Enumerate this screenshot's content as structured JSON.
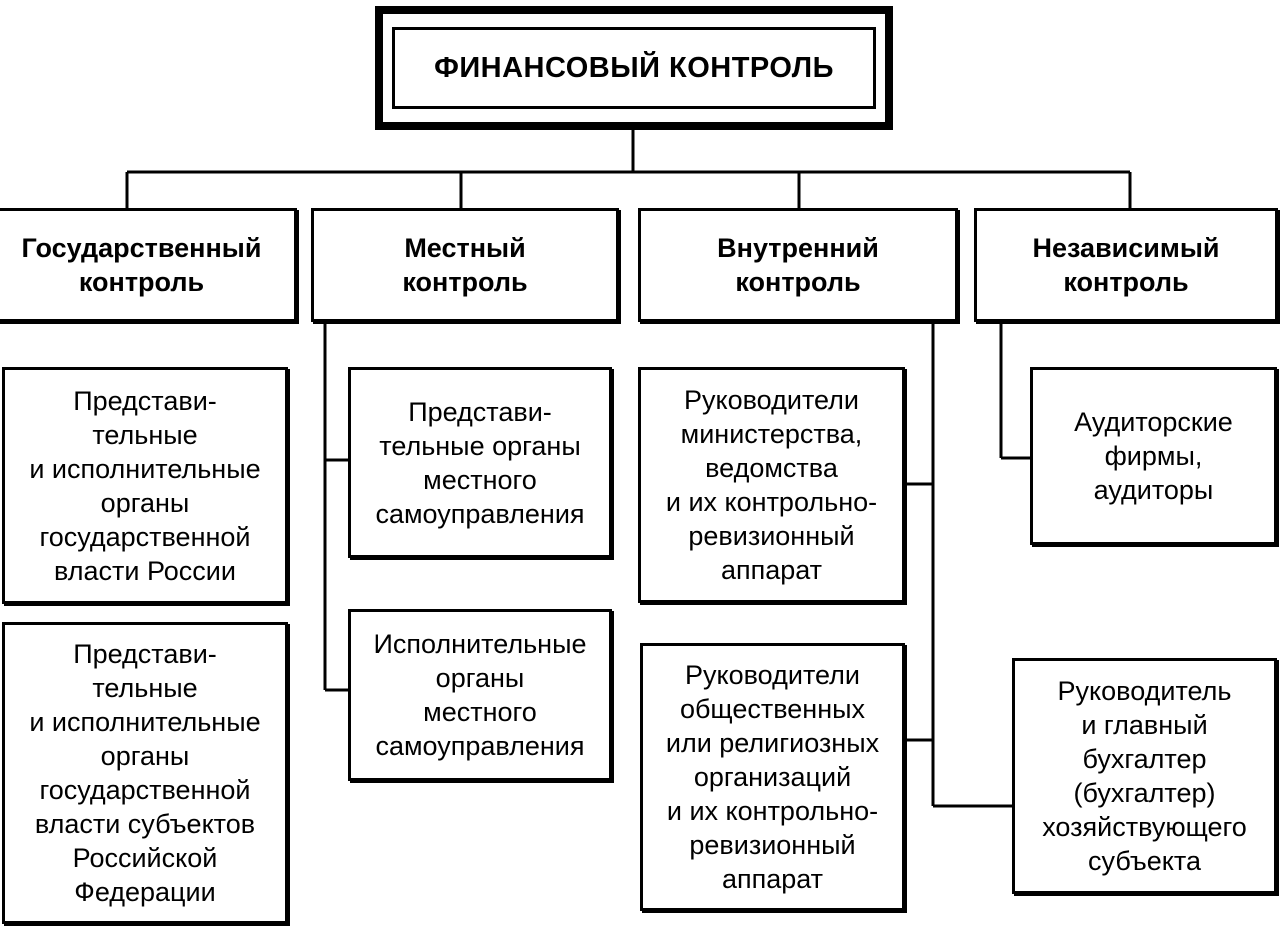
{
  "title": "ФИНАНСОВЫЙ КОНТРОЛЬ",
  "categories": {
    "state": "Государственный\nконтроль",
    "local": "Местный\nконтроль",
    "internal": "Внутренний\nконтроль",
    "independent": "Независимый\nконтроль"
  },
  "state_items": [
    "Представи-\nтельные\nи исполнительные\nорганы\nгосударственной\nвласти России",
    "Представи-\nтельные\nи исполнительные\nорганы\nгосударственной\nвласти субъектов\nРоссийской\nФедерации"
  ],
  "local_items": [
    "Представи-\nтельные органы\nместного\nсамоуправления",
    "Исполнительные\nорганы\nместного\nсамоуправления"
  ],
  "internal_items": [
    "Руководители\nминистерства,\nведомства\nи их контрольно-\nревизионный\nаппарат",
    "Руководители\nобщественных\nили религиозных\nорганизаций\nи их контрольно-\nревизионный\nаппарат",
    "Руководитель\nи главный\nбухгалтер\n(бухгалтер)\nхозяйствующего\nсубъекта"
  ],
  "independent_items": [
    "Аудиторские\nфирмы,\nаудиторы"
  ]
}
